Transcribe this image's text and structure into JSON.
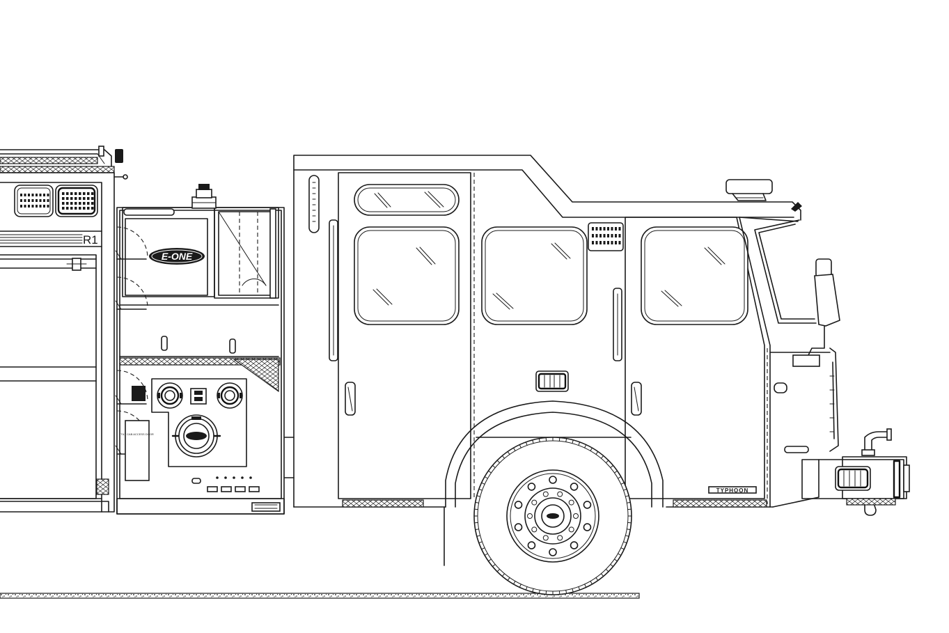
{
  "drawing": {
    "compartment_label": "R1",
    "brand_logo": "E-ONE",
    "model_badge": "TYPHOON",
    "placard_text": "TILT CAB ACCESS DOOR"
  },
  "colors": {
    "line": "#1a1a1a",
    "background": "#ffffff"
  },
  "icons": {
    "scene_light": "light-bar-icon",
    "beacon": "beacon-icon",
    "tow_hook": "hook-icon"
  }
}
